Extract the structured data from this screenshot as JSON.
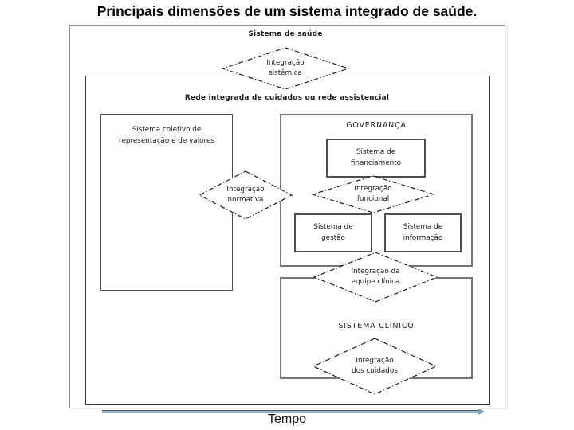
{
  "title": "Principais dimensões de um sistema integrado de saúde.",
  "diagram": {
    "health_system_label": "Sistema de saúde",
    "network_label": "Rede integrada de cuidados ou rede assistencial",
    "collective_box": "Sistema coletivo de\nrepresentação e de valores",
    "governance": {
      "label": "GOVERNANÇA",
      "financing_box": "Sistema de\nfinanciamento",
      "management_box": "Sistema de\ngestão",
      "information_box": "Sistema de\ninformação"
    },
    "clinical_system_label": "SISTEMA CLÍNICO",
    "diamonds": {
      "systemic": "Integração\nsistêmica",
      "normative": "Integração\nnormativa",
      "functional": "Integração\nfuncional",
      "team": "Integração da\nequipe clínica",
      "care": "Integração\ndos cuidados"
    },
    "timeline": {
      "label": "Tempo",
      "arrow_color": "#93b1c7",
      "arrow_edge_color": "#4e5a63"
    },
    "line_color": "#3a3a3a"
  }
}
